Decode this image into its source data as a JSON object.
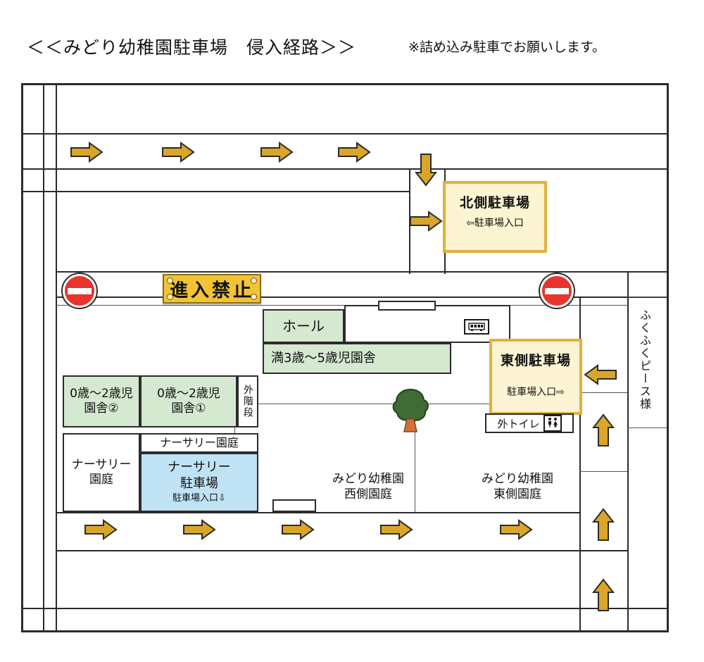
{
  "header": {
    "title": "＜＜みどり幼稚園駐車場　侵入経路＞＞",
    "note": "※詰め込み駐車でお願いします。"
  },
  "map": {
    "north_parking": {
      "title": "北側駐車場",
      "entrance": "⇦駐車場入口"
    },
    "east_parking": {
      "title": "東側駐車場",
      "entrance": "駐車場入口⇨"
    },
    "nursery_parking": {
      "title_line1": "ナーサリー",
      "title_line2": "駐車場",
      "entrance": "駐車場入口⇩"
    },
    "banner": {
      "label": "進入禁止"
    },
    "buildings": {
      "hall": "ホール",
      "main_building": "満3歳～5歳児園舎",
      "nursery_building_2": "0歳～2歳児\n園舎②",
      "nursery_building_1": "0歳～2歳児\n園舎①",
      "outdoor_stairs": "外階段"
    },
    "yards": {
      "nursery_yard_upper": "ナーサリー園庭",
      "nursery_yard_left": "ナーサリー\n園庭",
      "west_yard": "みどり幼稚園\n西側園庭",
      "east_yard": "みどり幼稚園\n東側園庭"
    },
    "facilities": {
      "outdoor_toilet": "外トイレ",
      "toilet_icon": "restroom-icon",
      "bus_icon": "bus-icon",
      "tree_icon": "tree-icon"
    },
    "neighbor": {
      "label": "ふくふくピース様"
    },
    "signs": {
      "no_entry_icon": "no-entry-icon",
      "count": 2
    },
    "arrows": {
      "top_road_right": 4,
      "north_down": 1,
      "north_into_lot": 1,
      "bottom_road_right": 5,
      "east_into_lot": 1,
      "right_road_up": 3,
      "color": "#d9a62a"
    }
  },
  "colors": {
    "building_green": "#d5e8d0",
    "parking_blue": "#bfe3f5",
    "callout_fill": "#fcf4d2",
    "callout_border": "#e0b23c",
    "banner_yellow": "#f2c335",
    "arrow_gold": "#d9a62a",
    "sign_red": "#e8342c",
    "line_dark": "#2b2b2b"
  }
}
